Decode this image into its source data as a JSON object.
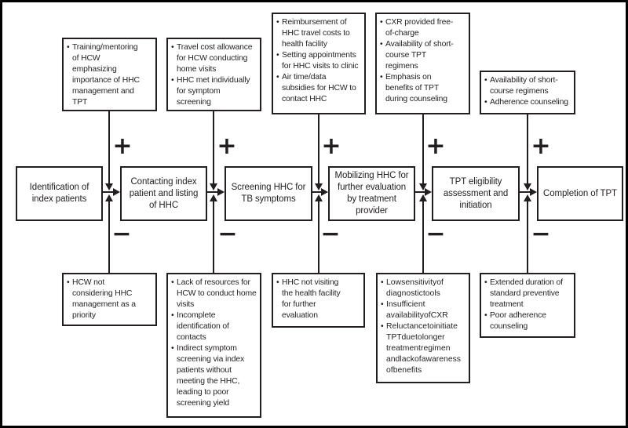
{
  "figure": {
    "bullet": "•",
    "plus": "+",
    "minus": "−",
    "colors": {
      "ink": "#231f20",
      "line": "#000000",
      "background": "#ffffff"
    },
    "main_flow": [
      "Identification of index patients",
      "Contacting index patient and listing of HHC",
      "Screening HHC for TB symptoms",
      "Mobilizing HHC for further evaluation by treatment provider",
      "TPT eligibility assessment and initiation",
      "Completion of TPT"
    ],
    "facilitators": [
      [
        "Training/mentoring of HCW emphasizing importance of HHC management and TPT"
      ],
      [
        "Travel cost allowance for HCW conducting home visits",
        "HHC met individually for symptom screening"
      ],
      [
        "Reimbursement of HHC travel costs to health facility",
        "Setting appointments for HHC visits to clinic",
        "Air time/data subsidies for HCW to contact HHC"
      ],
      [
        "CXR provided free-of-charge",
        "Availability of short-course TPT regimens",
        "Emphasis on benefits of TPT during counseling"
      ],
      [
        "Availability of short-course regimens",
        "Adherence counseling"
      ]
    ],
    "barriers": [
      [
        "HCW not considering HHC management as a priority"
      ],
      [
        "Lack of resources for HCW to conduct home visits",
        "Incomplete identification of contacts",
        "Indirect symptom screening via index patients without meeting the HHC, leading to poor screening yield"
      ],
      [
        "HHC not visiting the health facility for further evaluation"
      ],
      [
        "Low sensitivity of diagnostic tools",
        "Insufficient availability of CXR",
        "Reluctance to initiate TPT due to longer treatment regimen and lack of awareness of benefits"
      ],
      [
        "Extended duration of standard preventive treatment",
        "Poor adherence counseling"
      ]
    ]
  }
}
